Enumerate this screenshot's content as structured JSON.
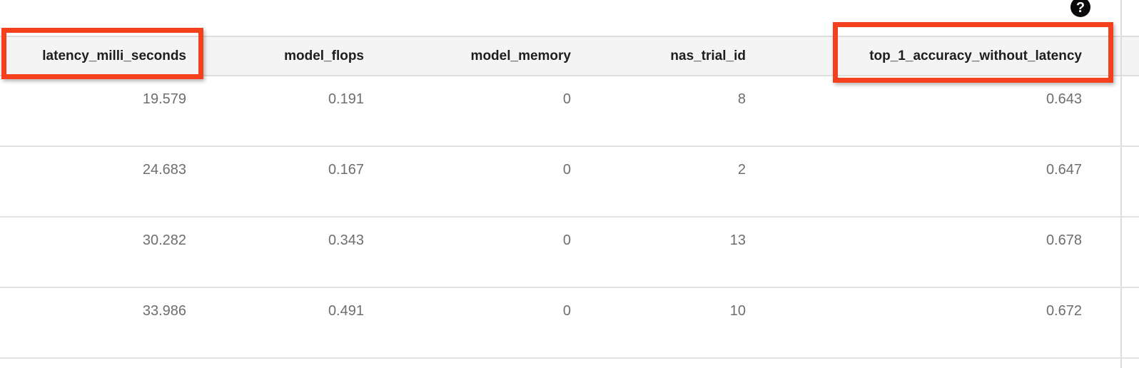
{
  "help": {
    "glyph": "?"
  },
  "table": {
    "columns": [
      "latency_milli_seconds",
      "model_flops",
      "model_memory",
      "nas_trial_id",
      "top_1_accuracy_without_latency"
    ],
    "rows": [
      [
        "19.579",
        "0.191",
        "0",
        "8",
        "0.643"
      ],
      [
        "24.683",
        "0.167",
        "0",
        "2",
        "0.647"
      ],
      [
        "30.282",
        "0.343",
        "0",
        "13",
        "0.678"
      ],
      [
        "33.986",
        "0.491",
        "0",
        "10",
        "0.672"
      ]
    ],
    "highlighted_columns": [
      "latency_milli_seconds",
      "top_1_accuracy_without_latency"
    ]
  },
  "colors": {
    "highlight_box": "#f4401c",
    "header_bg": "#f4f4f4",
    "row_border": "#e2e2e2",
    "header_text": "#1e1e1e",
    "data_text": "#6e6e6e",
    "help_icon_bg": "#0a0a0a"
  }
}
